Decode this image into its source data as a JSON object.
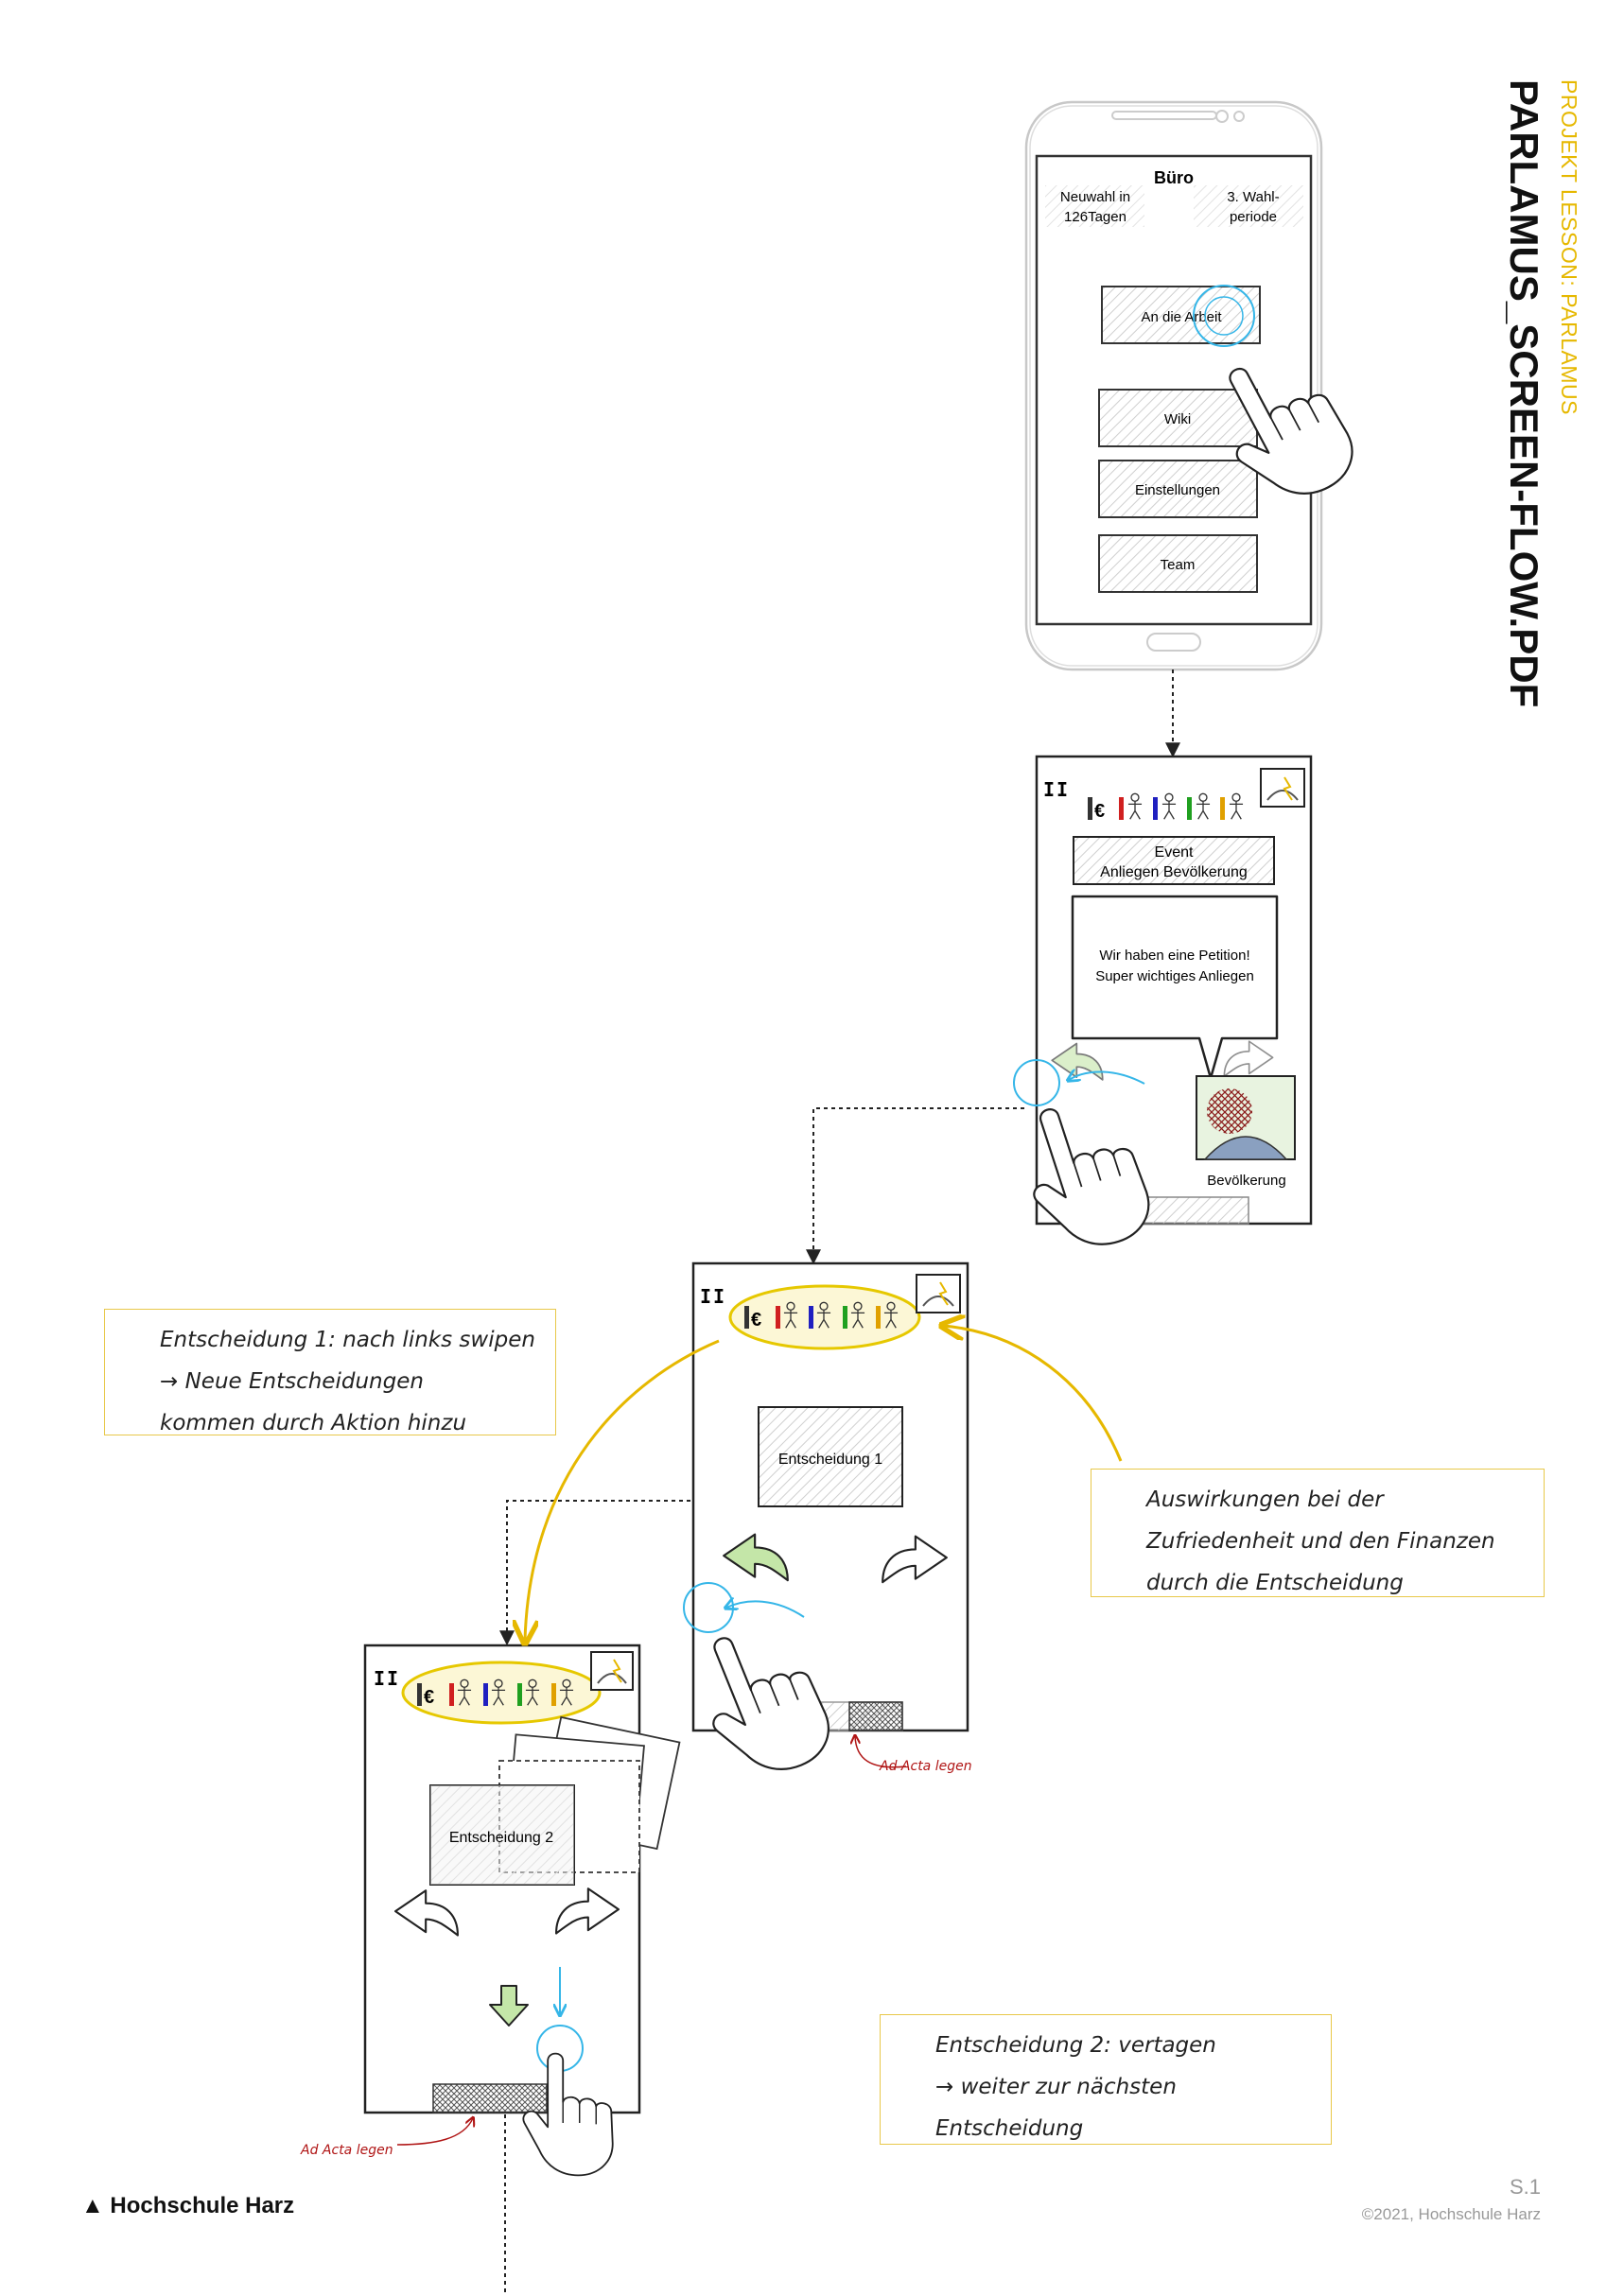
{
  "header": {
    "project_label": "PROJEKT LESSON: PARLAMUS",
    "file_title": "PARLAMUS_SCREEN-FLOW.PDF"
  },
  "screen1": {
    "title": "Büro",
    "left_info": [
      "Neuwahl in",
      "126Tagen"
    ],
    "right_info": [
      "3. Wahl-",
      "periode"
    ],
    "buttons": [
      "An die Arbeit",
      "Wiki",
      "Einstellungen",
      "Team"
    ]
  },
  "screen2": {
    "pause": "II",
    "euro": "€",
    "event_lines": [
      "Event",
      "Anliegen Bevölkerung"
    ],
    "bubble_lines": [
      "Wir haben eine Petition!",
      "Super wichtiges Anliegen"
    ],
    "character_label": "Bevölkerung"
  },
  "screen3": {
    "pause": "II",
    "euro": "€",
    "card_label": "Entscheidung 1",
    "ad_acta_label": "Ad Acta legen"
  },
  "screen4": {
    "pause": "II",
    "euro": "€",
    "card_label": "Entscheidung 2",
    "ad_acta_label": "Ad Acta legen"
  },
  "notes": {
    "note1": [
      "Entscheidung 1: nach links swipen",
      "→ Neue Entscheidungen",
      "kommen durch Aktion hinzu"
    ],
    "note2": [
      "Auswirkungen bei der",
      "Zufriedenheit und den Finanzen",
      "durch die Entscheidung"
    ],
    "note3": [
      "Entscheidung 2: vertagen",
      "→ weiter zur nächsten",
      "Entscheidung"
    ]
  },
  "footer": {
    "logo_text": "▲ Hochschule Harz",
    "page": "S.1",
    "copyright": "©2021, Hochschule Harz"
  },
  "colors": {
    "accent_yellow": "#e6b800",
    "touch_blue": "#35b6e8",
    "arrow_green": "#c4e6a8",
    "annotation_red": "#b01515",
    "party_colors": [
      "#d02020",
      "#2020c0",
      "#20a020",
      "#e0a000"
    ]
  }
}
